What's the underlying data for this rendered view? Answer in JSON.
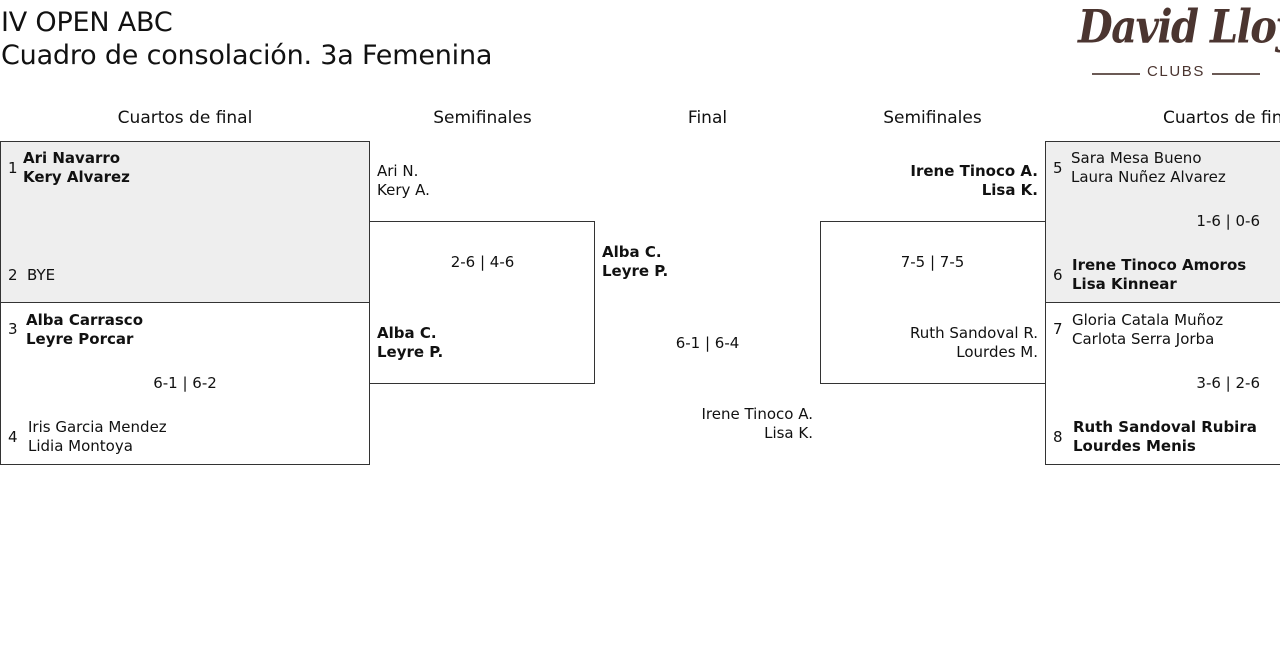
{
  "header": {
    "title": "IV OPEN ABC",
    "subtitle": "Cuadro de consolación. 3a Femenina"
  },
  "logo": {
    "script": "David Lloyd",
    "clubs": "CLUBS",
    "color": "#4b3530"
  },
  "rounds": {
    "left_qf": "Cuartos de final",
    "left_sf": "Semifinales",
    "final": "Final",
    "right_sf": "Semifinales",
    "right_qf": "Cuartos de final"
  },
  "left_qf": {
    "match1": {
      "seed1": "1",
      "p1a": "Ari Navarro",
      "p1b": "Kery Alvarez",
      "seed2": "2",
      "p2": "BYE"
    },
    "match2": {
      "seed1": "3",
      "p1a": "Alba Carrasco",
      "p1b": "Leyre Porcar",
      "score": "6-1 | 6-2",
      "seed2": "4",
      "p2a": "Iris Garcia Mendez",
      "p2b": "Lidia Montoya"
    }
  },
  "left_sf": {
    "top_a": "Ari N.",
    "top_b": "Kery A.",
    "score": "2-6 | 4-6",
    "bot_a": "Alba C.",
    "bot_b": "Leyre P."
  },
  "final": {
    "left_a": "Alba C.",
    "left_b": "Leyre P.",
    "score": "6-1 | 6-4",
    "right_a": "Irene Tinoco A.",
    "right_b": "Lisa K."
  },
  "right_sf": {
    "top_a": "Irene Tinoco A.",
    "top_b": "Lisa K.",
    "score": "7-5 | 7-5",
    "bot_a": "Ruth Sandoval R.",
    "bot_b": "Lourdes M."
  },
  "right_qf": {
    "match1": {
      "seed1": "5",
      "p1a": "Sara Mesa Bueno",
      "p1b": "Laura Nuñez Alvarez",
      "score": "1-6 | 0-6",
      "seed2": "6",
      "p2a": "Irene Tinoco Amoros",
      "p2b": "Lisa Kinnear"
    },
    "match2": {
      "seed1": "7",
      "p1a": "Gloria Catala Muñoz",
      "p1b": "Carlota Serra Jorba",
      "score": "3-6 | 2-6",
      "seed2": "8",
      "p2a": "Ruth Sandoval Rubira",
      "p2b": "Lourdes Menis"
    }
  }
}
